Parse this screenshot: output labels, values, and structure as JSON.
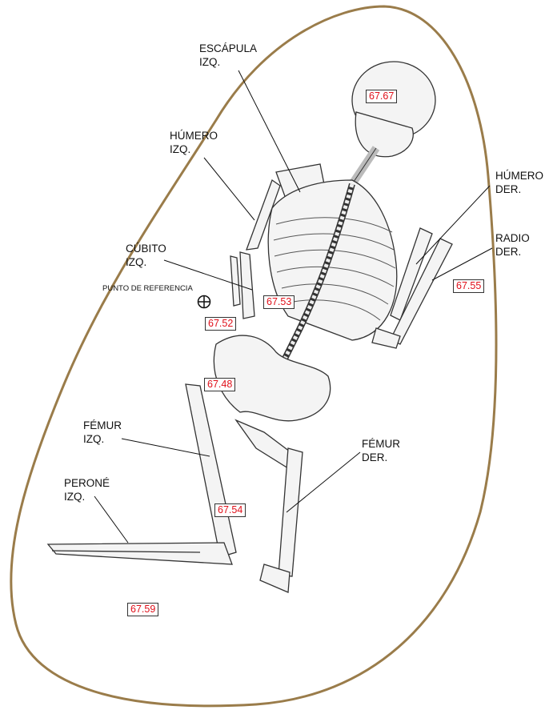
{
  "labels": {
    "escapula": [
      "ESCÁPULA",
      "IZQ."
    ],
    "humero_izq": [
      "HÚMERO",
      "IZQ."
    ],
    "cubito": [
      "CÚBITO",
      "IZQ."
    ],
    "humero_der": [
      "HÚMERO",
      "DER."
    ],
    "radio": [
      "RADIO",
      "DER."
    ],
    "femur_izq": [
      "FÉMUR",
      "IZQ."
    ],
    "perone": [
      "PERONÉ",
      "IZQ."
    ],
    "femur_der": [
      "FÉMUR",
      "DER."
    ],
    "reference": "PUNTO DE REFERENCIA"
  },
  "measurements": {
    "skull": "67.67",
    "radio": "67.55",
    "torso": "67.53",
    "cubito": "67.52",
    "pelvis": "67.48",
    "femur": "67.54",
    "ground": "67.59"
  },
  "colors": {
    "outline": "#9a7c4a",
    "measurement_text": "#e0101a",
    "bone_stroke": "#333333"
  }
}
